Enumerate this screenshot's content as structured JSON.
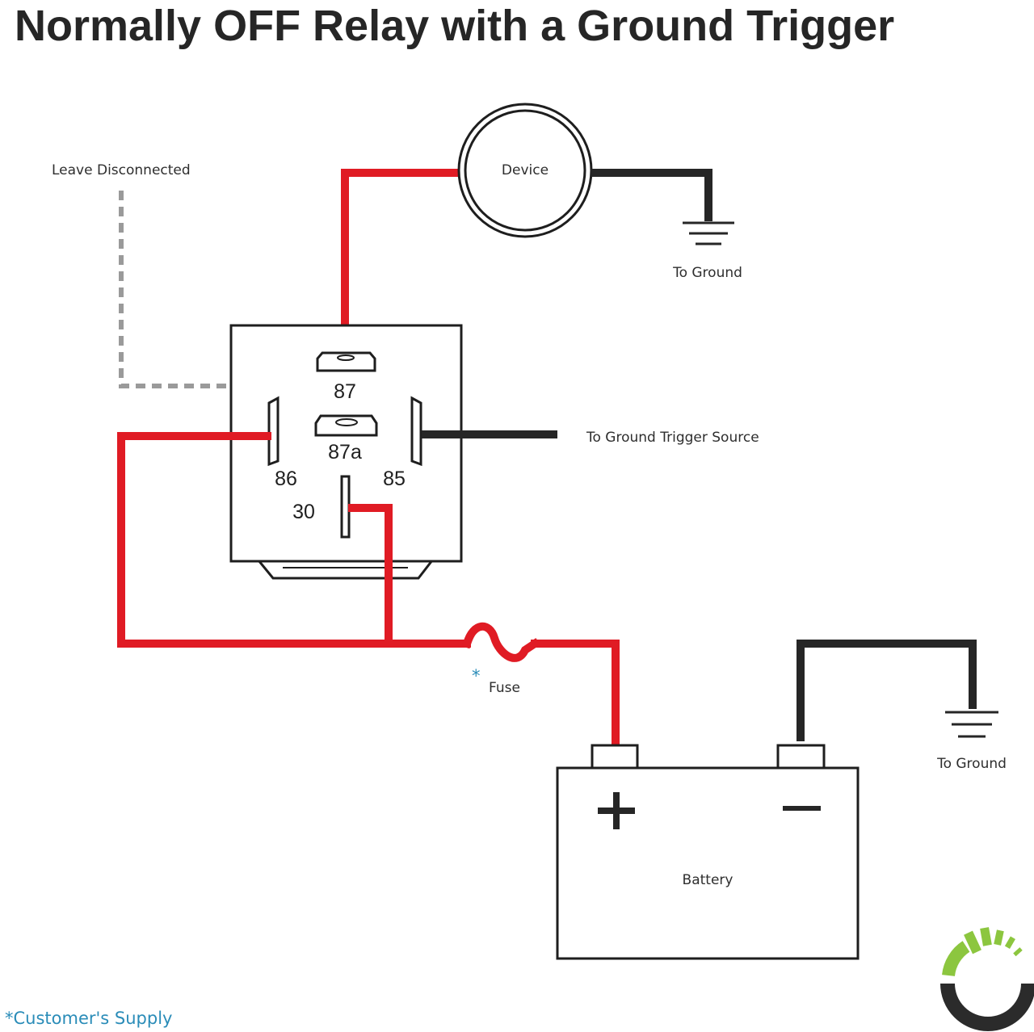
{
  "title": "Normally OFF Relay with a Ground Trigger",
  "labels": {
    "leave_disconnected": "Leave Disconnected",
    "device": "Device",
    "to_ground_top": "To Ground",
    "to_ground_trigger_source": "To Ground Trigger Source",
    "fuse": "Fuse",
    "fuse_marker": "*",
    "battery": "Battery",
    "battery_plus": "+",
    "battery_minus": "−",
    "to_ground_battery": "To Ground",
    "footnote": "*Customer's Supply"
  },
  "pins": {
    "p87": "87",
    "p87a": "87a",
    "p86": "86",
    "p85": "85",
    "p30": "30"
  },
  "colors": {
    "positive_wire": "#e01b24",
    "ground_wire": "#262626",
    "unused_wire": "#9a9a9a",
    "footnote_accent": "#2a8cb8",
    "logo_green": "#8cc63f",
    "logo_dark": "#2b2b2b"
  },
  "icons": {
    "ground": "ground-symbol-icon",
    "fuse": "fuse-icon",
    "logo": "brand-logo-icon"
  }
}
